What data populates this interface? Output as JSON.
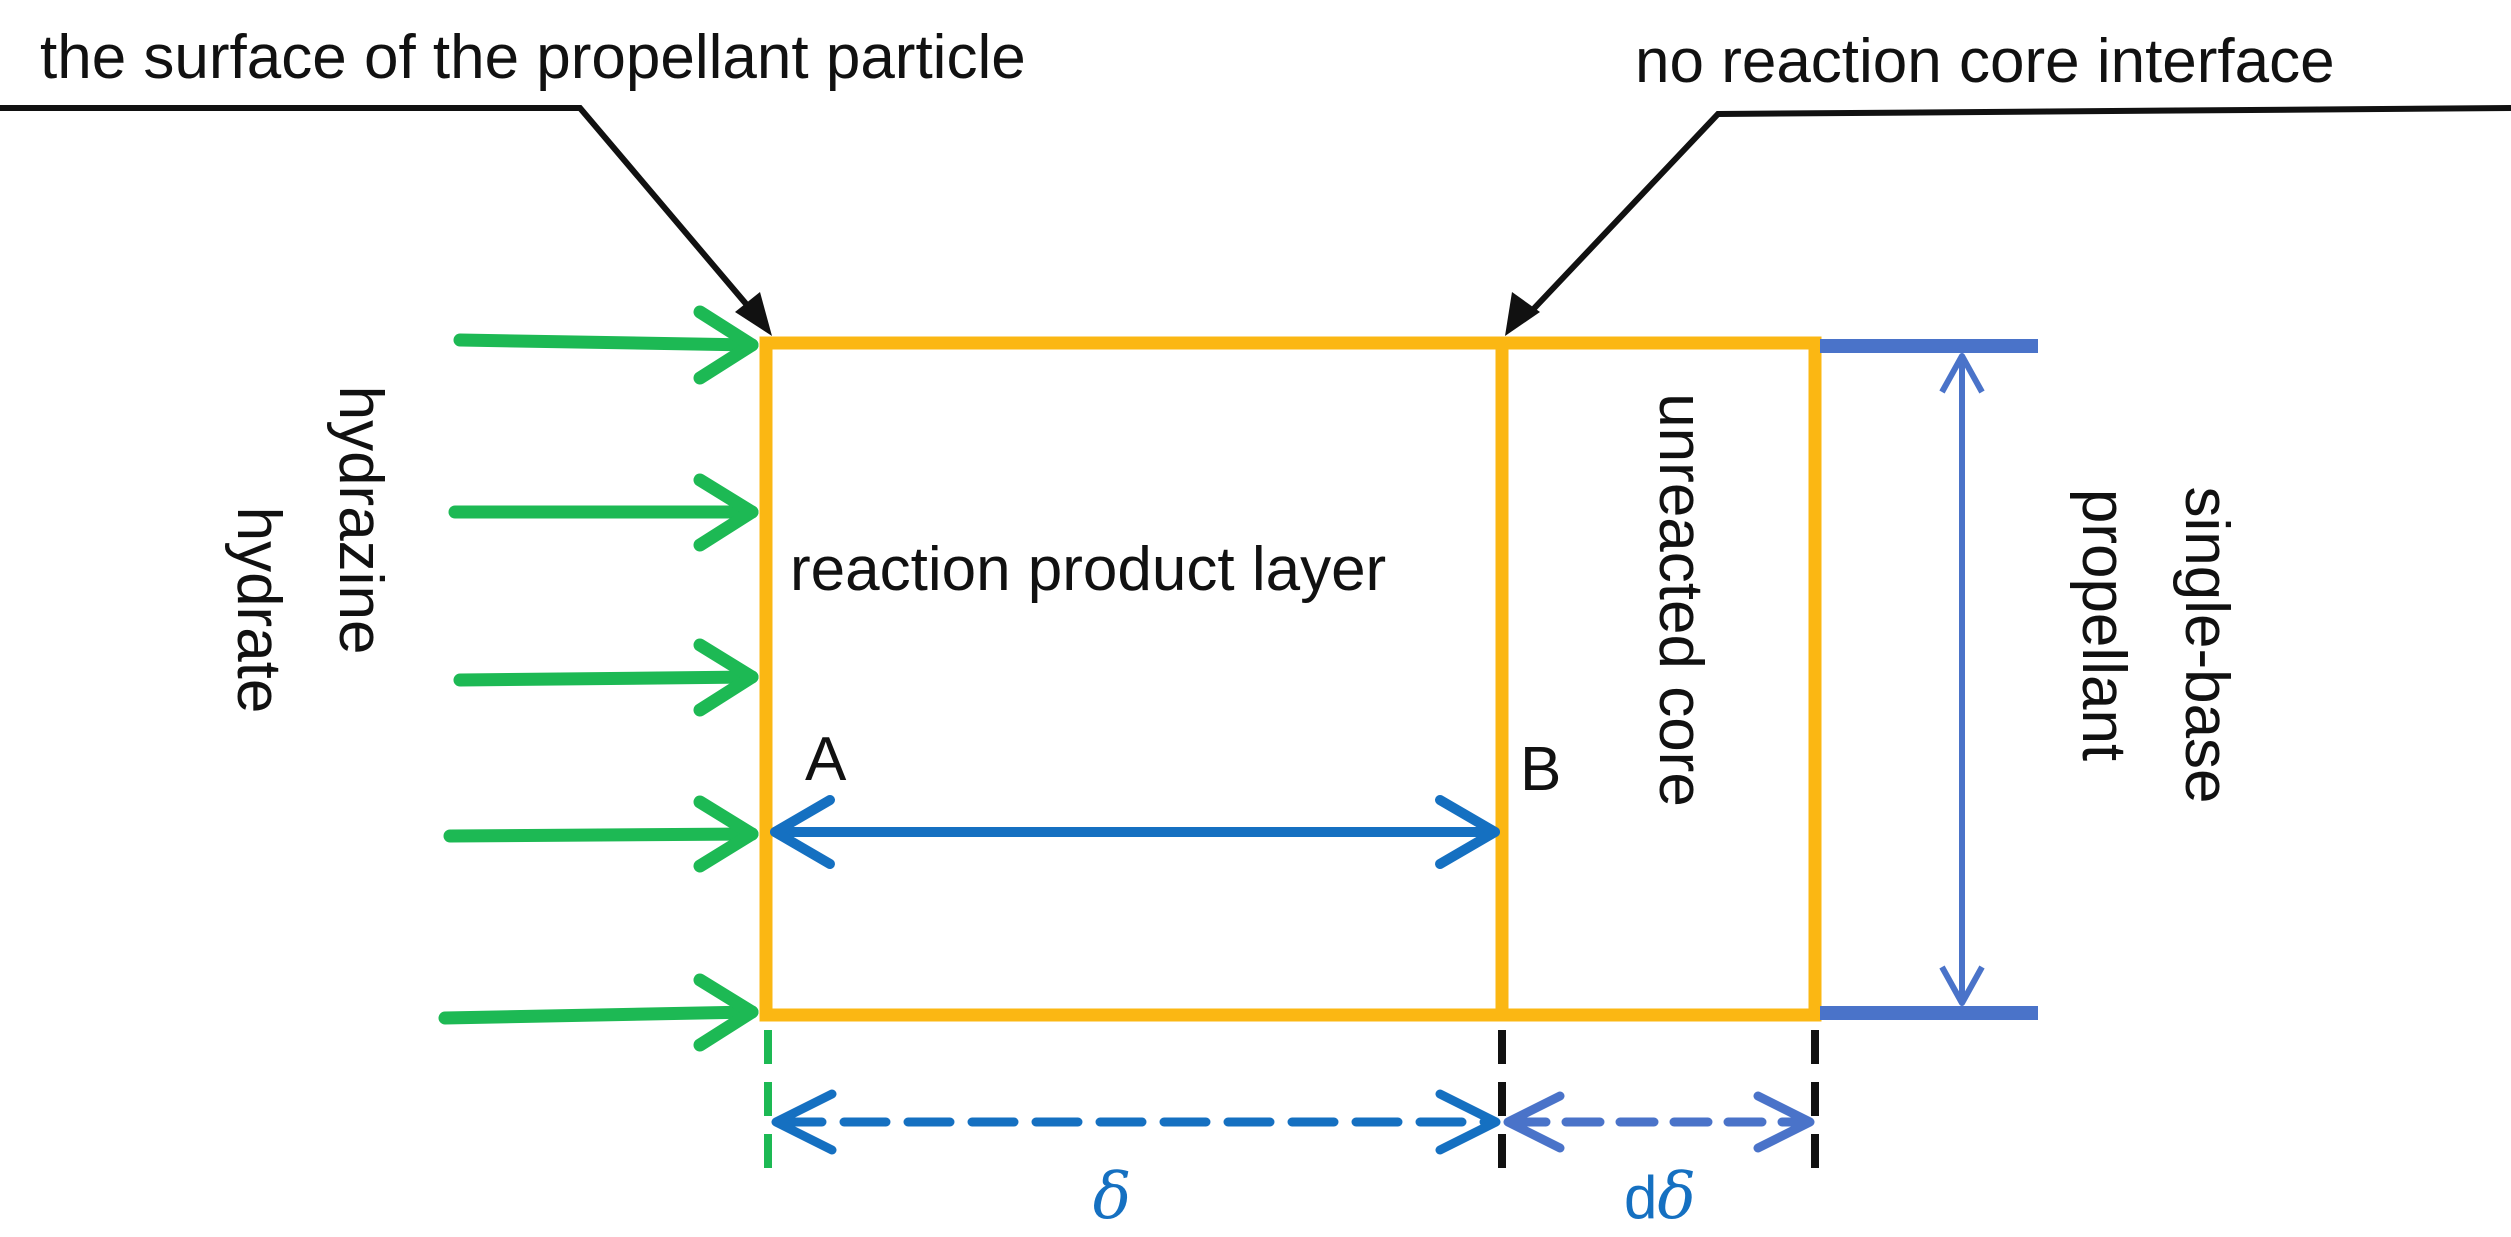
{
  "labels": {
    "surface": "the surface of the propellant particle",
    "interface": "no reaction core interface",
    "product_layer": "reaction product layer",
    "unreacted_core": "unreacted core",
    "reagent_line1": "hydrazine",
    "reagent_line2": "hydrate",
    "propellant_line1": "single-base",
    "propellant_line2": "propellant",
    "point_a": "A",
    "point_b": "B",
    "delta": "δ",
    "d_delta_d": "d",
    "d_delta_sym": "δ"
  },
  "colors": {
    "boundary": "#FBB713",
    "reagent_arrows": "#1DB954",
    "dimension": "#1570C1",
    "thickness": "#4A73C9",
    "pointer": "#111111",
    "dim_text": "#1570C1"
  }
}
